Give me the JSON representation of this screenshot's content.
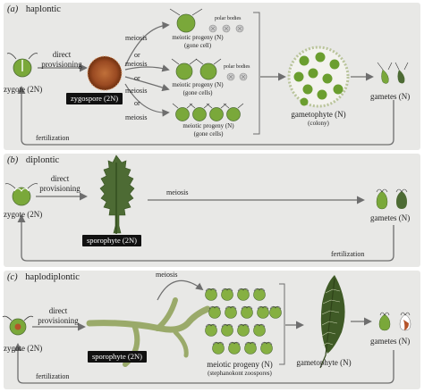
{
  "panel_a": {
    "letter": "(a)",
    "title": "haplontic",
    "zygote": "zygote (2N)",
    "direct": "direct",
    "provisioning": "provisioning",
    "zygospore": "zygospore (2N)",
    "meiosis": "meiosis",
    "or": "or",
    "polar_bodies": "polar bodies",
    "progeny_label": "meiotic progeny (N)",
    "gone_cell": "(gone cell)",
    "gone_cells": "(gone cells)",
    "gametophyte": "gametophyte (N)",
    "colony": "(colony)",
    "gametes": "gametes (N)",
    "fertilization": "fertilization"
  },
  "panel_b": {
    "letter": "(b)",
    "title": "diplontic",
    "zygote": "zygote (2N)",
    "direct": "direct",
    "provisioning": "provisioning",
    "sporophyte": "sporophyte (2N)",
    "meiosis": "meiosis",
    "gametes": "gametes (N)",
    "fertilization": "fertilization"
  },
  "panel_c": {
    "letter": "(c)",
    "title": "haplodiplontic",
    "zygote": "zygote (2N)",
    "direct": "direct",
    "provisioning": "provisioning",
    "sporophyte": "sporophyte (2N)",
    "meiosis": "meiosis",
    "progeny": "meiotic progeny (N)",
    "zoospores": "(stephanokont zoospores)",
    "gametophyte": "gametophyte (N)",
    "gametes": "gametes (N)",
    "fertilization": "fertilization"
  },
  "colors": {
    "panel_bg": "#e8e8e6",
    "cell_green": "#7aa83a",
    "dark_green": "#4d6b34",
    "zygospore_brown": "#a0522d",
    "arrow_gray": "#6e6e6e"
  }
}
